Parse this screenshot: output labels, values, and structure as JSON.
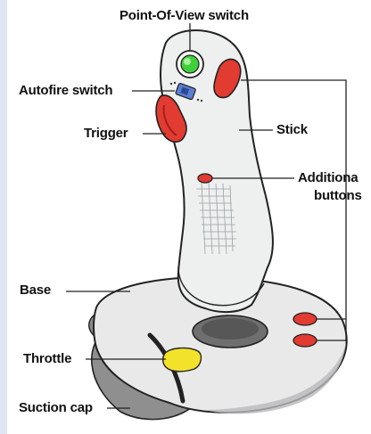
{
  "labels": {
    "pov": "Point-Of-View switch",
    "autofire": "Autofire switch",
    "trigger": "Trigger",
    "stick": "Stick",
    "additional_line1": "Additiona",
    "additional_line2": "buttons",
    "base": "Base",
    "throttle": "Throttle",
    "suction": "Suction cap"
  },
  "colors": {
    "pov_button": "#3fcf3a",
    "trigger": "#e23b32",
    "additional_buttons": "#e23b32",
    "throttle": "#f2e22a",
    "autofire": "#5a7fd0",
    "body": "#eef0f0",
    "base": "#e8e9ea",
    "suction_cap": "#8f8f8f"
  }
}
